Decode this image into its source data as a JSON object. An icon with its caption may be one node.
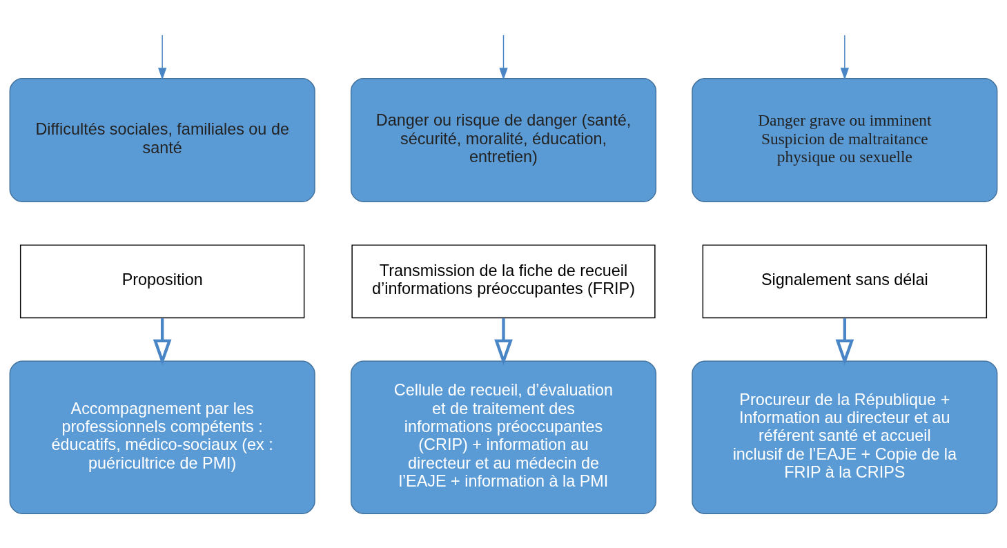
{
  "diagram": {
    "nodes": [
      {
        "text": [
          "Difficultés sociales, familiales ou de santé"
        ]
      },
      {
        "text": [
          "Danger ou risque de danger (santé, sécurité, moralité, éducation, entretien)"
        ]
      },
      {
        "text": [
          "Danger grave ou imminent Suspicion de maltraitance physique ou sexuelle"
        ]
      },
      {
        "text": [
          "Proposition"
        ]
      },
      {
        "text": [
          "Transmission de la fiche de recueil d’informations préoccupantes (FRIP)"
        ]
      },
      {
        "text": [
          "Signalement sans délai"
        ]
      },
      {
        "text": [
          "Accompagnement par les professionnels compétents : éducatifs, médico-sociaux (ex : puéricultrice de PMI)"
        ]
      },
      {
        "text": [
          "Cellule de recueil, d’évaluation et de traitement des informations préoccupantes (CRIP) + information au directeur et au médecin de l’EAJE + information à la PMI"
        ]
      },
      {
        "text": [
          "Procureur de la République + Information au directeur et au référent santé et accueil inclusif de l’EAJE + Copie de la FRIP à la CRIPS"
        ]
      }
    ],
    "edges": [
      {
        "from": null,
        "to": 0,
        "arrow": "to"
      },
      {
        "from": null,
        "to": 1,
        "arrow": "to"
      },
      {
        "from": null,
        "to": 2,
        "arrow": "to"
      },
      {
        "from": 3,
        "to": 6,
        "arrow": "to",
        "style": "thick"
      },
      {
        "from": 4,
        "to": 7,
        "arrow": "to",
        "style": "thick"
      },
      {
        "from": 5,
        "to": 8,
        "arrow": "to",
        "style": "thick"
      }
    ]
  }
}
